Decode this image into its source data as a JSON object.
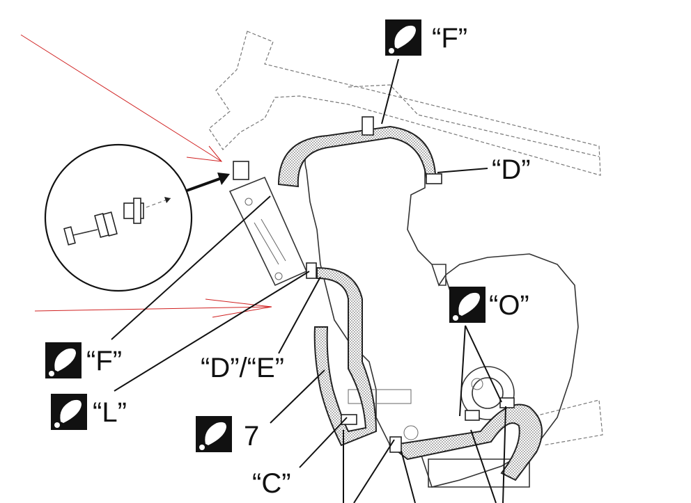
{
  "callouts": {
    "f_top": "“F”",
    "d_right": "“D”",
    "o_right": "“O”",
    "f_left": "“F”",
    "l_left": "“L”",
    "de_mid": "“D”/“E”",
    "seven": "7",
    "c_bottom": "“C”"
  },
  "icons": {
    "lubricant": "lubricant-drop-icon"
  },
  "colors": {
    "line": "#111111",
    "red_pointer": "#d02020",
    "hose_fill": "#d4d4d4"
  }
}
